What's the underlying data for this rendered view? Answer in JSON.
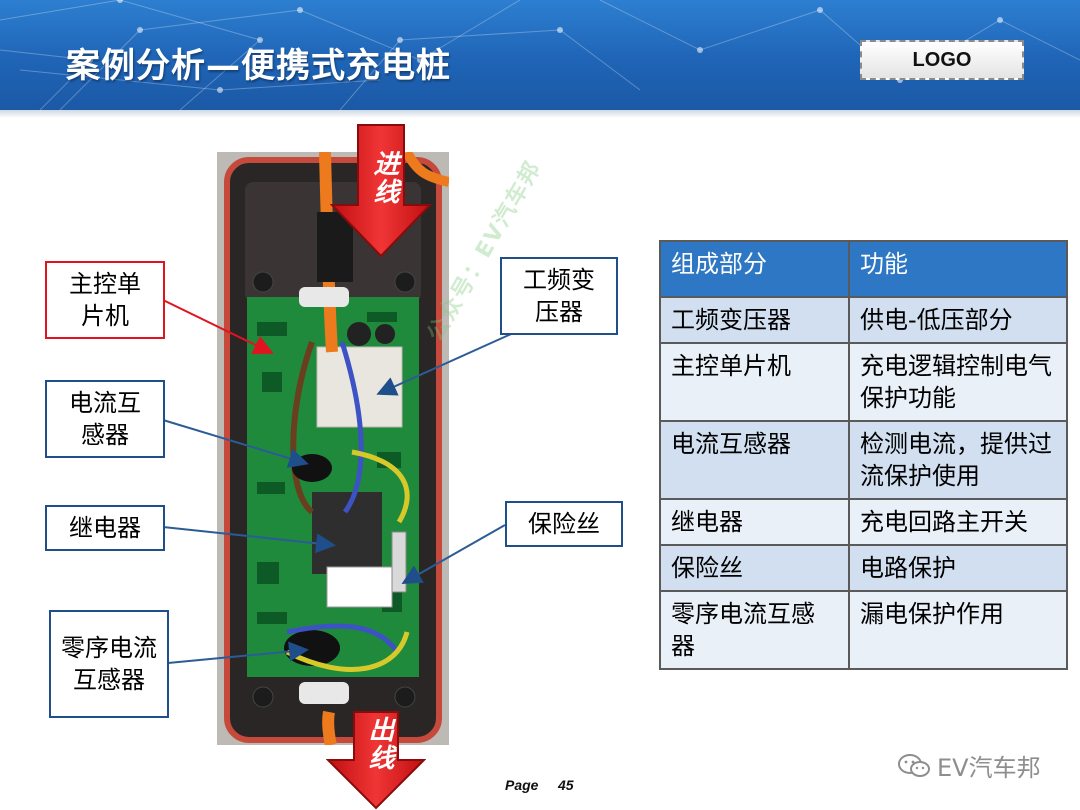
{
  "slide": {
    "title": "案例分析—便携式充电桩",
    "logo": "LOGO",
    "page_label": "Page",
    "page_number": "45"
  },
  "arrows": {
    "in_label": "进线",
    "out_label": "出线"
  },
  "callouts": {
    "mcu": "主控单片机",
    "transformer": "工频变压器",
    "current_transformer": "电流互感器",
    "relay": "继电器",
    "fuse": "保险丝",
    "zero_seq_ct": "零序电流互感器"
  },
  "table": {
    "headers": [
      "组成部分",
      "功能"
    ],
    "rows": [
      [
        "工频变压器",
        "供电-低压部分"
      ],
      [
        "主控单片机",
        "充电逻辑控制电气保护功能"
      ],
      [
        "电流互感器",
        "检测电流，提供过流保护使用"
      ],
      [
        "继电器",
        "充电回路主开关"
      ],
      [
        "保险丝",
        "电路保护"
      ],
      [
        "零序电流互感器",
        "漏电保护作用"
      ]
    ]
  },
  "watermark": "公众号：EV汽车邦",
  "brand": "EV汽车邦",
  "colors": {
    "header_blue": "#1f64b6",
    "table_header": "#2d77c4",
    "table_row": "#d2dff0",
    "callout_red": "#e0141e",
    "callout_blue": "#1f4f8a",
    "arrow_red": "#e21b1b"
  }
}
